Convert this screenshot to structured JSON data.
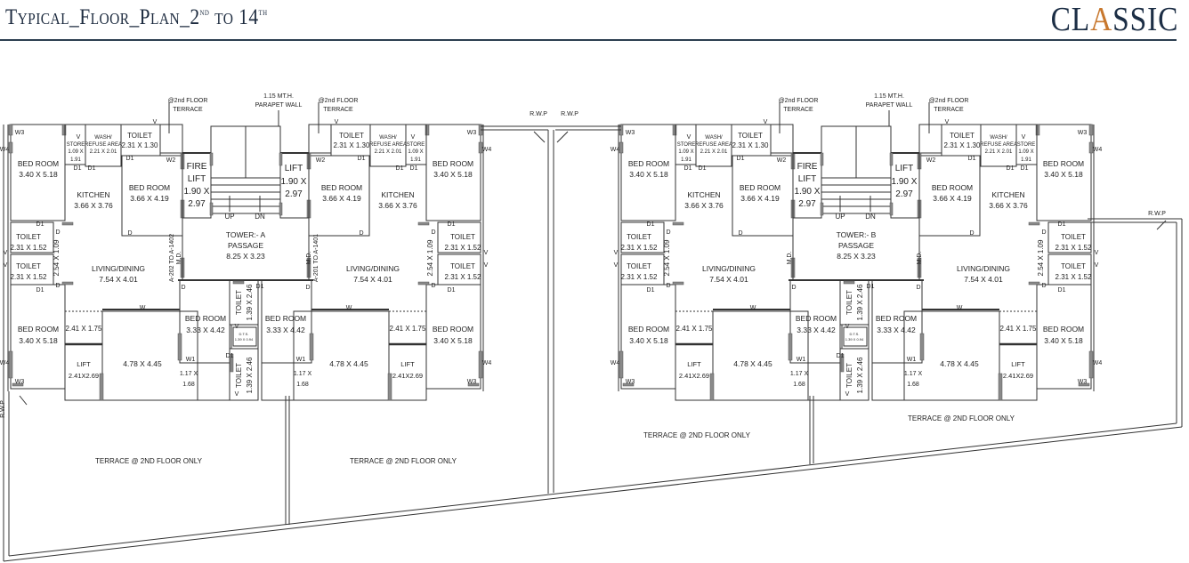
{
  "header": {
    "title_main": "Typical_Floor_Plan_2",
    "title_sup1": "nd",
    "title_mid": " to 14",
    "title_sup2": "th"
  },
  "logo": {
    "prefix": "CL",
    "accent_letter": "A",
    "suffix": "SSIC",
    "color": "#1c2e45",
    "accent_color": "#c8782e"
  },
  "colors": {
    "line": "#333333",
    "window_hatch": "#8a8a8a",
    "header_rule": "#2c3e50"
  },
  "towers": [
    {
      "name": "TOWER:- A",
      "unit_label_left": "A-202 TO A-1402",
      "unit_label_right": "A-201 TO A-1401",
      "left_wing": [
        "W3",
        "W4",
        "V",
        "STORE",
        "1.09 X",
        "1.91",
        "WASH/",
        "REFUSE AREA",
        "2.21 X 2.01",
        "TOILET",
        "2.31 X 1.30",
        "D1",
        "D1",
        "D1",
        "W2",
        "V",
        "BED ROOM",
        "3.40 X 5.18",
        "KITCHEN",
        "3.66 X 3.76",
        "BED ROOM",
        "3.66 X 4.19",
        "D",
        "D1",
        "TOILET",
        "2.31 X 1.52",
        "TOILET",
        "2.31 X 1.52",
        "D1",
        "V",
        "V",
        "D",
        "D",
        "2.54 X 1.09",
        "LIVING/DINING",
        "7.54 X 4.01",
        "W",
        "BED ROOM",
        "3.40 X 5.18",
        "W4",
        "W3",
        "2.41 X 1.75",
        "LIFT",
        "2.41X2.69",
        "4.78 X 4.45",
        "BED ROOM",
        "3.33 X 4.42",
        "D",
        "W1",
        "1.17 X",
        "1.68",
        "M.D."
      ],
      "right_wing": [
        "W3",
        "W4",
        "V",
        "STORE",
        "1.09 X",
        "1.91",
        "WASH/",
        "REFUSE AREA",
        "2.21 X 2.01",
        "TOILET",
        "2.31 X 1.30",
        "D1",
        "D1",
        "D1",
        "W2",
        "V",
        "BED ROOM",
        "3.40 X 5.18",
        "KITCHEN",
        "3.66 X 3.76",
        "BED ROOM",
        "3.66 X 4.19",
        "D",
        "D1",
        "TOILET",
        "2.31 X 1.52",
        "TOILET",
        "2.31 X 1.52",
        "D1",
        "V",
        "V",
        "D",
        "D",
        "2.54 X 1.09",
        "LIVING/DINING",
        "7.54 X 4.01",
        "W",
        "BED ROOM",
        "3.40 X 5.18",
        "W4",
        "W3",
        "2.41 X 1.75",
        "LIFT",
        "2.41X2.69",
        "4.78 X 4.45",
        "BED ROOM",
        "3.33 X 4.42",
        "D",
        "W1",
        "1.17 X",
        "1.68",
        "M.D."
      ],
      "core": [
        "FIRE",
        "LIFT",
        "1.90 X",
        "2.97",
        "LIFT",
        "1.90 X",
        "2.97",
        "UP",
        "DN",
        "TOWER:- A",
        "PASSAGE",
        "8.25 X 3.23",
        "TOILET",
        "1.39 X 2.46",
        "D.T.S.",
        "1.39 X 0.94",
        "TOILET",
        "1.39 X 2.46",
        "D1",
        "D1",
        "V",
        "V",
        "@2nd FLOOR",
        "TERRACE",
        "1.15 MT.H.",
        "PARAPET WALL",
        "@2nd FLOOR",
        "TERRACE"
      ]
    },
    {
      "name": "TOWER:- B",
      "left_wing": [
        "W3",
        "W4",
        "V",
        "STORE",
        "1.09 X",
        "1.91",
        "WASH/",
        "REFUSE AREA",
        "2.21 X 2.01",
        "TOILET",
        "2.31 X 1.30",
        "D1",
        "D1",
        "D1",
        "W2",
        "V",
        "BED ROOM",
        "3.40 X 5.18",
        "KITCHEN",
        "3.66 X 3.76",
        "BED ROOM",
        "3.66 X 4.19",
        "D",
        "D1",
        "TOILET",
        "2.31 X 1.52",
        "TOILET",
        "2.31 X 1.52",
        "D1",
        "V",
        "V",
        "D",
        "D",
        "2.54 X 1.09",
        "LIVING/DINING",
        "7.54 X 4.01",
        "W",
        "BED ROOM",
        "3.40 X 5.18",
        "W4",
        "W3",
        "2.41 X 1.75",
        "LIFT",
        "2.41X2.69",
        "4.78 X 4.45",
        "BED ROOM",
        "3.33 X 4.42",
        "D",
        "W1",
        "1.17 X",
        "1.68",
        "M.D."
      ],
      "right_wing": [
        "W3",
        "W4",
        "V",
        "STORE",
        "1.09 X",
        "1.91",
        "WASH/",
        "REFUSE AREA",
        "2.21 X 2.01",
        "TOILET",
        "2.31 X 1.30",
        "D1",
        "D1",
        "D1",
        "W2",
        "V",
        "BED ROOM",
        "3.40 X 5.18",
        "KITCHEN",
        "3.66 X 3.76",
        "BED ROOM",
        "3.66 X 4.19",
        "D",
        "D1",
        "TOILET",
        "2.31 X 1.52",
        "TOILET",
        "2.31 X 1.52",
        "D1",
        "V",
        "V",
        "D",
        "D",
        "2.54 X 1.09",
        "LIVING/DINING",
        "7.54 X 4.01",
        "W",
        "BED ROOM",
        "3.40 X 5.18",
        "W4",
        "W3",
        "2.41 X 1.75",
        "LIFT",
        "2.41X2.69",
        "4.78 X 4.45",
        "BED ROOM",
        "3.33 X 4.42",
        "D",
        "W1",
        "1.17 X",
        "1.68",
        "M.D."
      ],
      "core": [
        "FIRE",
        "LIFT",
        "1.90 X",
        "2.97",
        "LIFT",
        "1.90 X",
        "2.97",
        "UP",
        "DN",
        "TOWER:- B",
        "PASSAGE",
        "8.25 X 3.23",
        "TOILET",
        "1.39 X 2.46",
        "D.T.S.",
        "1.39 X 0.94",
        "TOILET",
        "1.39 X 2.46",
        "D1",
        "D1",
        "V",
        "V",
        "@2nd FLOOR",
        "TERRACE",
        "1.15 MT.H.",
        "PARAPET WALL",
        "@2nd FLOOR",
        "TERRACE"
      ]
    }
  ],
  "site": {
    "terraces": [
      "TERRACE @ 2ND FLOOR ONLY",
      "TERRACE @ 2ND FLOOR ONLY",
      "TERRACE @ 2ND FLOOR ONLY",
      "TERRACE @ 2ND FLOOR ONLY"
    ],
    "rwp": [
      "R.W.P",
      "R.W.P",
      "R.W.P",
      "R.W.P"
    ]
  }
}
